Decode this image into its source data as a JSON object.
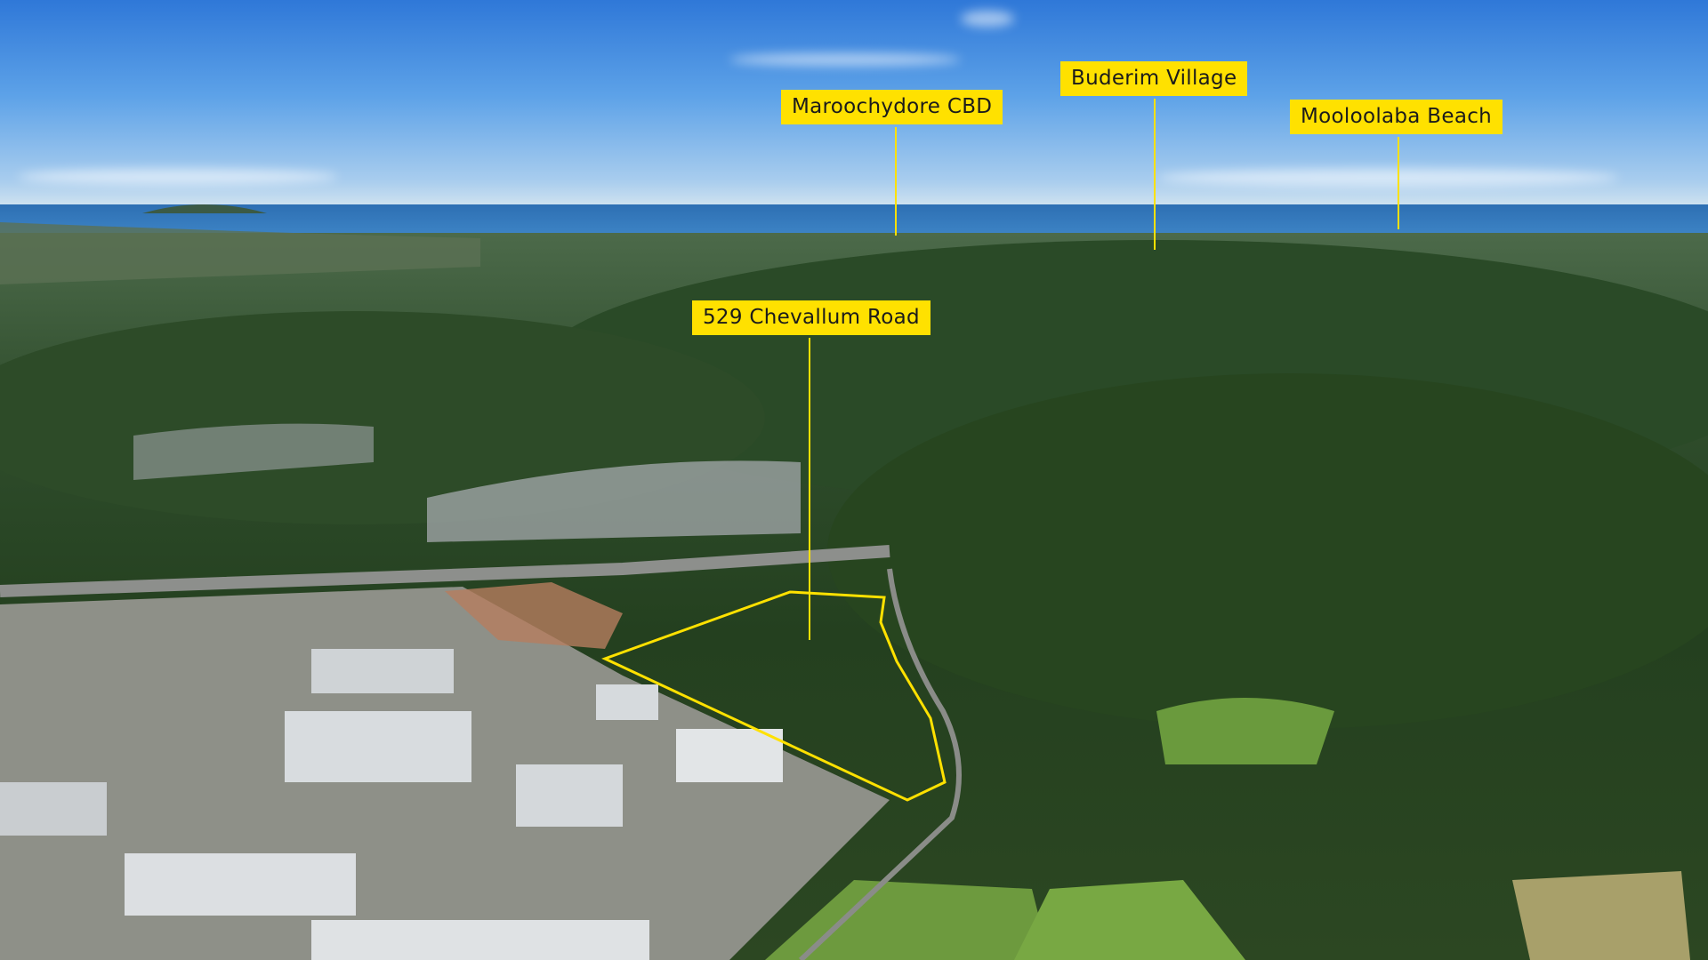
{
  "photo": {
    "description_icon": "aerial-photo",
    "boundary_color": "#ffe100",
    "label_bg": "#ffe100",
    "label_text_color": "#1b1b1b"
  },
  "labels": {
    "maroochydore": "Maroochydore CBD",
    "buderim": "Buderim Village",
    "mooloolaba": "Mooloolaba Beach",
    "site": "529 Chevallum Road"
  }
}
